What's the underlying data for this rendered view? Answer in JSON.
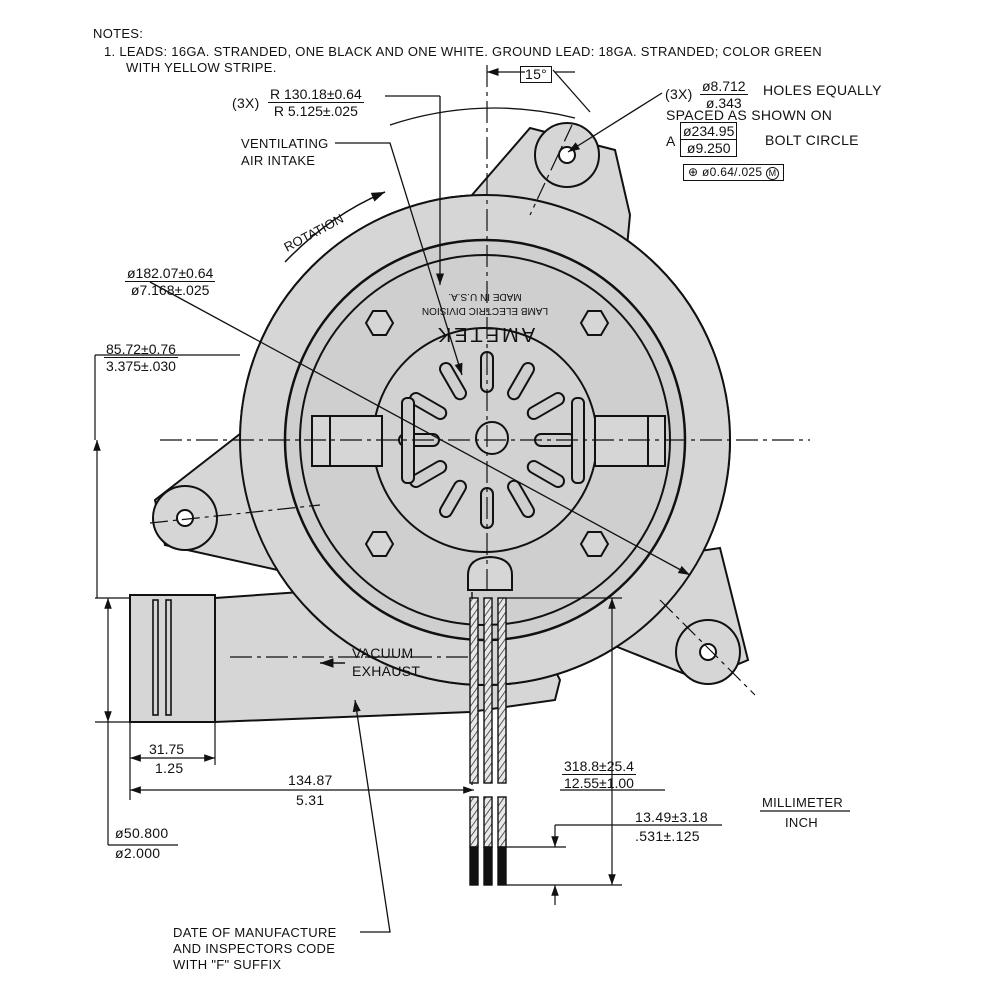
{
  "notes": {
    "heading": "NOTES:",
    "line1": "1. LEADS: 16GA. STRANDED, ONE BLACK AND ONE WHITE. GROUND LEAD: 18GA. STRANDED; COLOR GREEN",
    "line2": "WITH YELLOW STRIPE."
  },
  "angle": {
    "value": "15°"
  },
  "radius": {
    "prefix": "(3X)",
    "mm": "R 130.18±0.64",
    "inch": "R 5.125±.025"
  },
  "holes": {
    "prefix": "(3X)",
    "dia_mm": "ø8.712",
    "dia_in": "ø.343",
    "line1": "HOLES EQUALLY",
    "line2": "SPACED AS SHOWN ON",
    "a_label": "A",
    "bc_mm": "ø234.95",
    "bc_in": "ø9.250",
    "bc_label": "BOLT CIRCLE",
    "tolerance": "ø0.64/.025",
    "tolerance_mod": "M"
  },
  "labels": {
    "vent_line1": "VENTILATING",
    "vent_line2": "AIR INTAKE",
    "rotation": "ROTATION",
    "vacuum_line1": "VACUUM",
    "vacuum_line2": "EXHAUST",
    "date_line1": "DATE OF MANUFACTURE",
    "date_line2": "AND INSPECTORS CODE",
    "date_line3": "WITH \"F\" SUFFIX"
  },
  "motor_label": {
    "brand": "AMETEK",
    "division": "LAMB ELECTRIC DIVISION",
    "origin": "MADE IN U.S.A."
  },
  "dimensions": {
    "d182": {
      "mm": "ø182.07±0.64",
      "inch": "ø7.168±.025"
    },
    "d85": {
      "mm": "85.72±0.76",
      "inch": "3.375±.030"
    },
    "d31": {
      "mm": "31.75",
      "inch": "1.25"
    },
    "d134": {
      "mm": "134.87",
      "inch": "5.31"
    },
    "d50": {
      "mm": "ø50.800",
      "inch": "ø2.000"
    },
    "d318": {
      "mm": "318.8±25.4",
      "inch": "12.55±1.00"
    },
    "d13": {
      "mm": "13.49±3.18",
      "inch": ".531±.125"
    }
  },
  "units": {
    "primary": "MILLIMETER",
    "secondary": "INCH"
  },
  "colors": {
    "body": "#d6d6d6",
    "inner": "#cfcfcf",
    "line": "#111111"
  }
}
